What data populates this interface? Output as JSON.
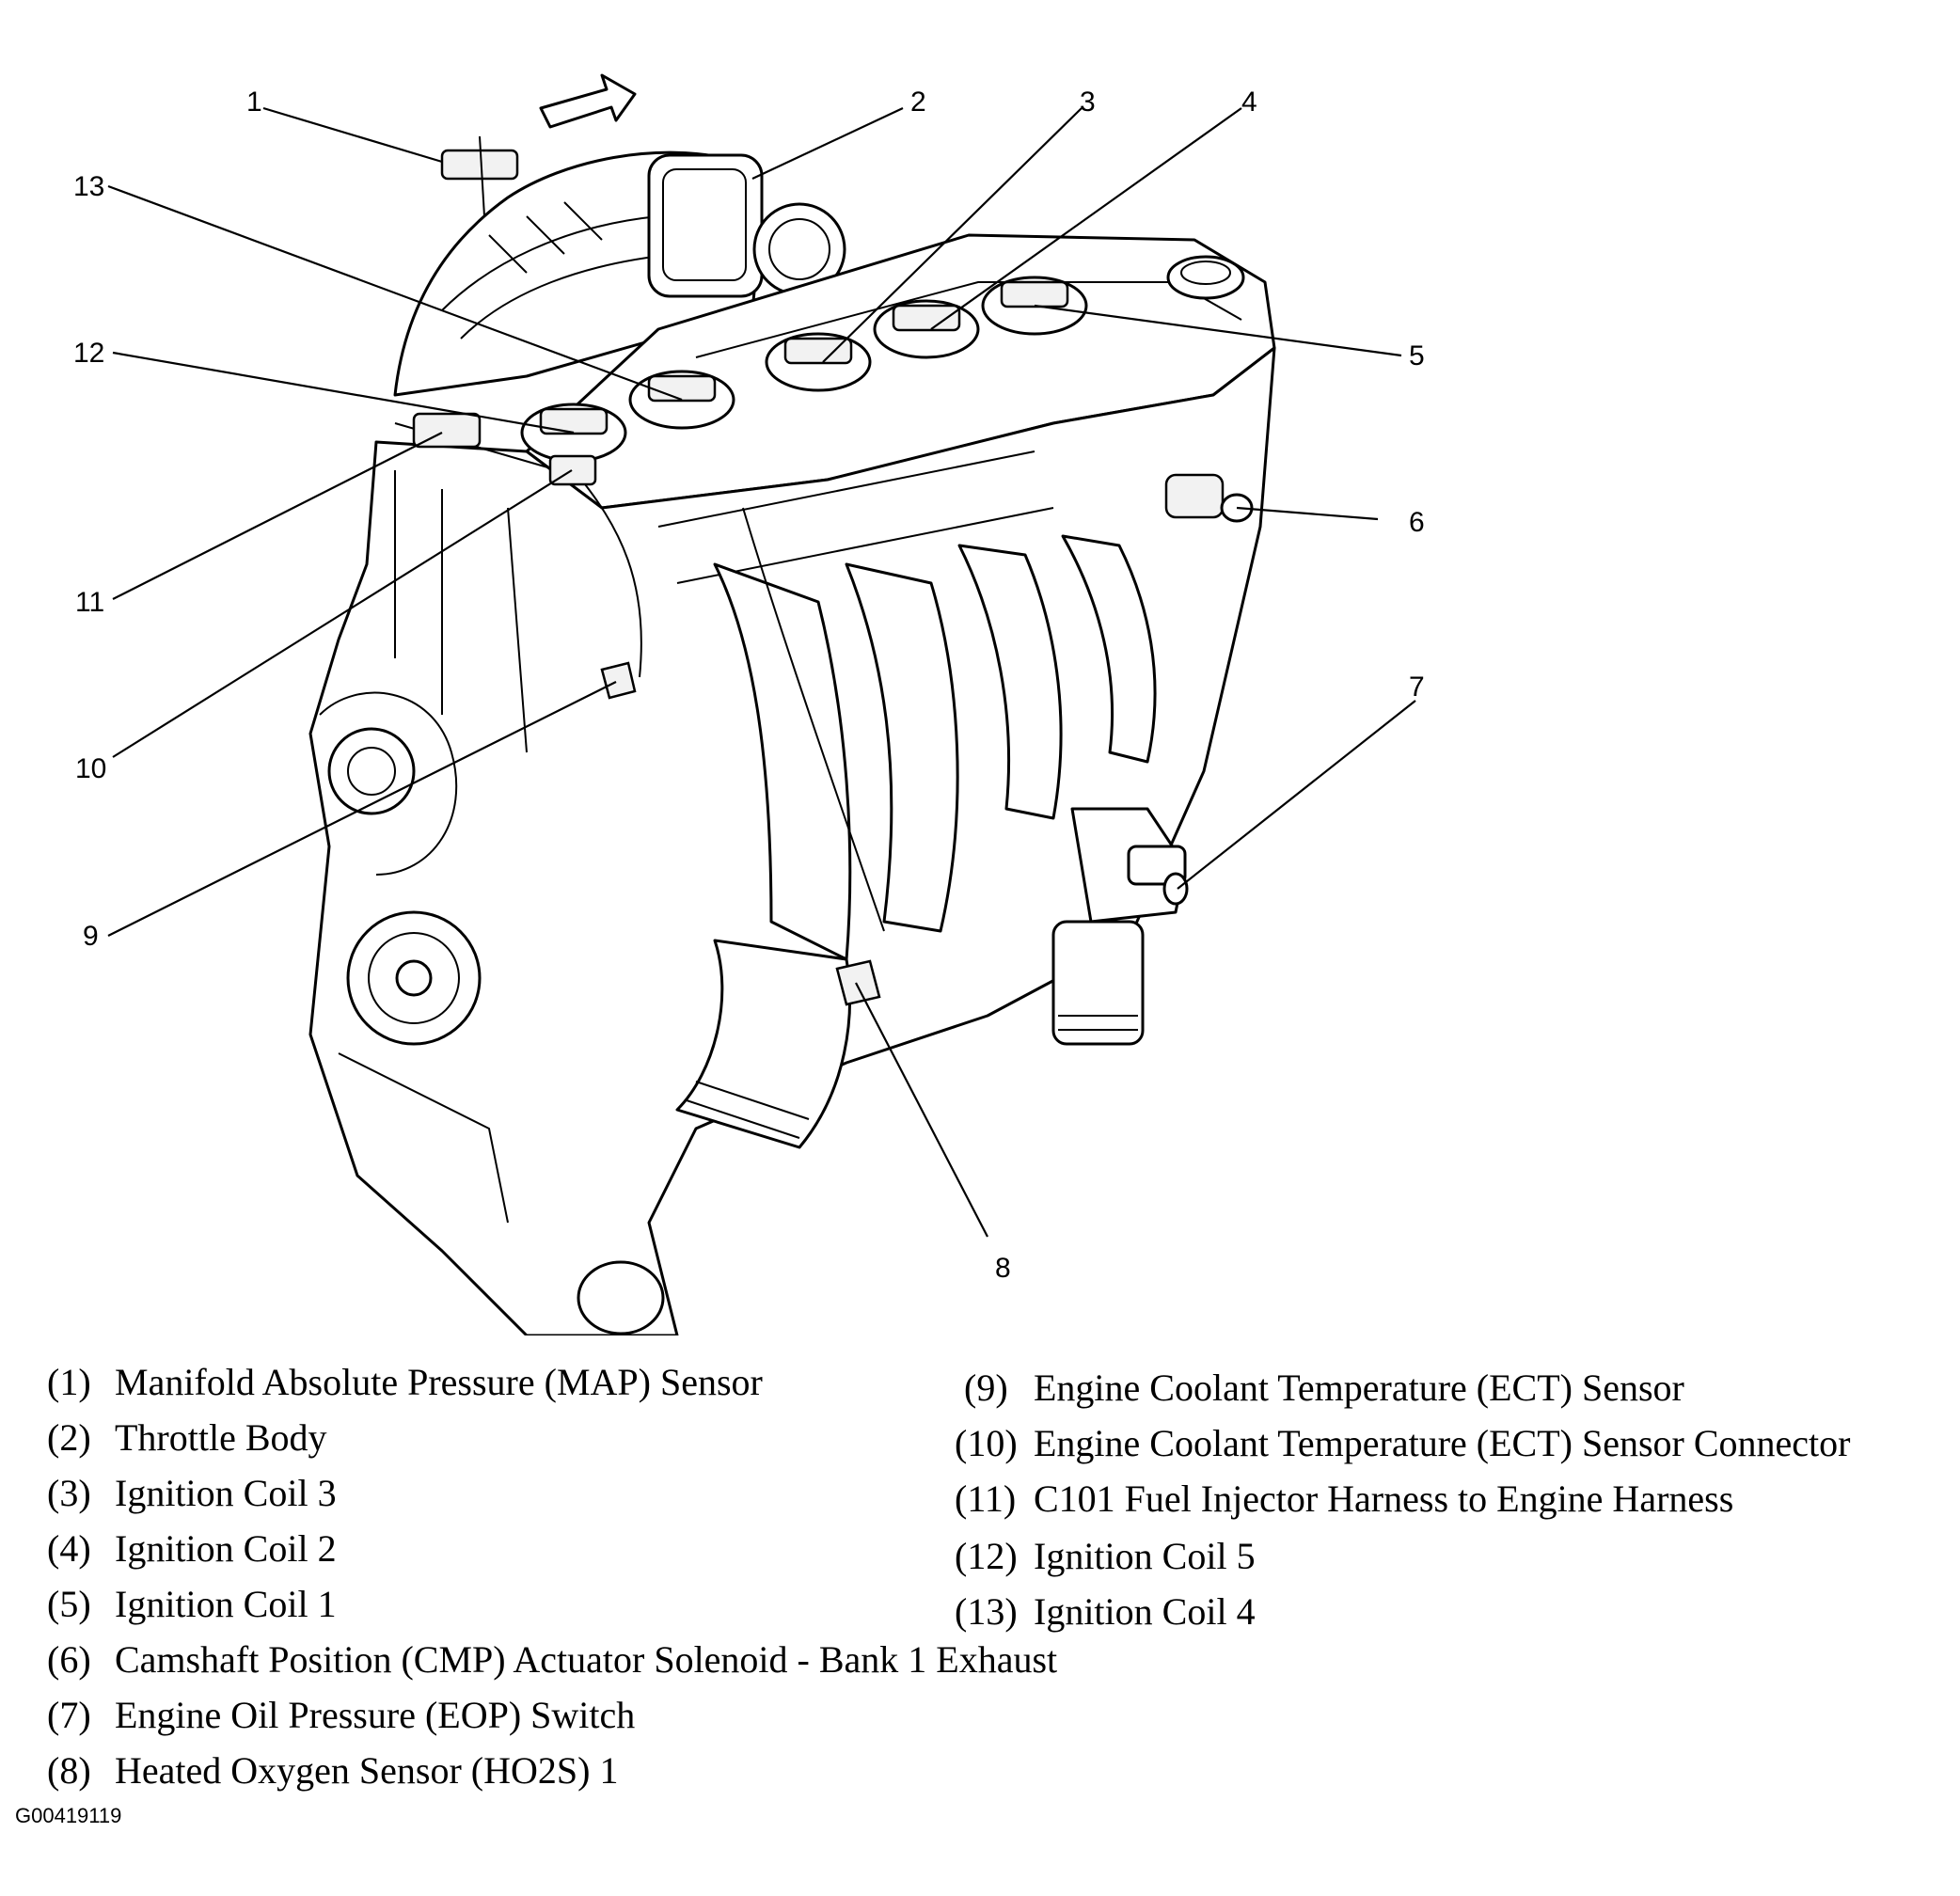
{
  "callouts": [
    "1",
    "2",
    "3",
    "4",
    "5",
    "6",
    "7",
    "8",
    "9",
    "10",
    "11",
    "12",
    "13"
  ],
  "legend": [
    {
      "num": "(1)",
      "text": "Manifold Absolute Pressure (MAP) Sensor"
    },
    {
      "num": "(2)",
      "text": "Throttle Body"
    },
    {
      "num": "(3)",
      "text": "Ignition Coil 3"
    },
    {
      "num": "(4)",
      "text": "Ignition Coil 2"
    },
    {
      "num": "(5)",
      "text": "Ignition Coil 1"
    },
    {
      "num": "(6)",
      "text": "Camshaft Position (CMP) Actuator Solenoid - Bank 1 Exhaust"
    },
    {
      "num": "(7)",
      "text": "Engine Oil Pressure (EOP) Switch"
    },
    {
      "num": "(8)",
      "text": "Heated Oxygen Sensor (HO2S) 1"
    },
    {
      "num": "(9)",
      "text": "Engine Coolant Temperature (ECT) Sensor"
    },
    {
      "num": "(10)",
      "text": "Engine Coolant Temperature (ECT) Sensor Connector"
    },
    {
      "num": "(11)",
      "text": "C101 Fuel Injector Harness to Engine Harness"
    },
    {
      "num": "(12)",
      "text": "Ignition Coil 5"
    },
    {
      "num": "(13)",
      "text": "Ignition Coil 4"
    }
  ],
  "figure_id": "G00419119"
}
